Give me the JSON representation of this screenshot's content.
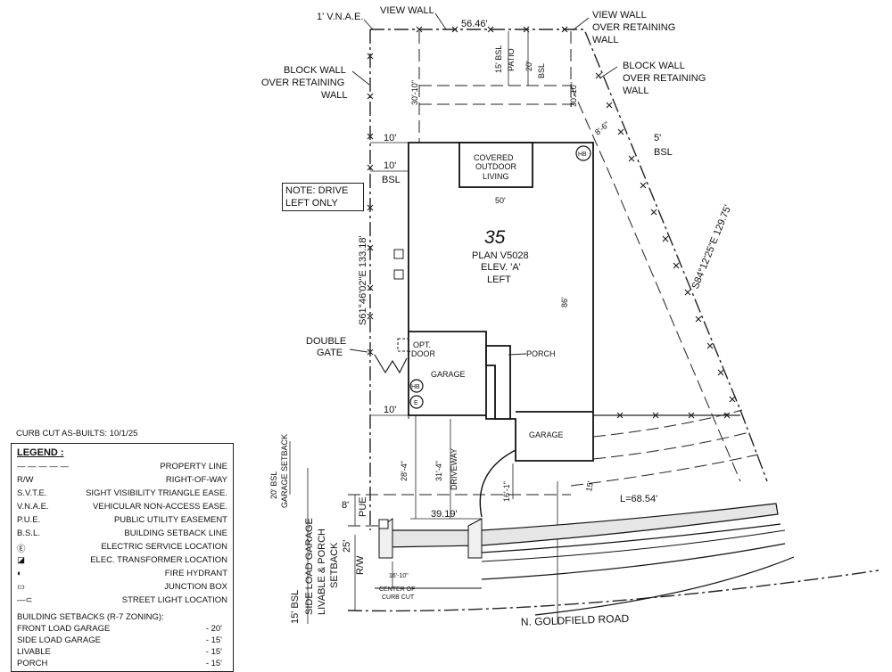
{
  "lot": {
    "number": "35",
    "plan": "PLAN V5028",
    "elevation": "ELEV. 'A'",
    "orientation": "LEFT"
  },
  "labels": {
    "view_wall_top": "VIEW WALL",
    "vnae": "1' V.N.A.E.",
    "top_dim": "56.46'",
    "view_wall_right_1": "VIEW WALL",
    "view_wall_right_2": "OVER RETAINING",
    "view_wall_right_3": "WALL",
    "block_wall_left_1": "BLOCK WALL",
    "block_wall_left_2": "OVER RETAINING",
    "block_wall_left_3": "WALL",
    "block_wall_right_1": "BLOCK WALL",
    "block_wall_right_2": "OVER RETAINING",
    "block_wall_right_3": "WALL",
    "bsl_15": "15' BSL",
    "patio": "PATIO",
    "dim_20": "20'",
    "bsl": "BSL",
    "dim_30_10_left": "30'-10\"",
    "dim_30_10_right": "30'-10\"",
    "dim_8_6": "8'-6\"",
    "dim_5": "5'",
    "bsl_5": "BSL",
    "dim_10_a": "10'",
    "dim_10_b": "10'",
    "bsl_left": "BSL",
    "covered_1": "COVERED",
    "covered_2": "OUTDOOR",
    "covered_3": "LIVING",
    "hb": "HB",
    "dim_50": "50'",
    "dim_86": "86'",
    "left_bearing": "S61°46'02\"E 133.18'",
    "right_bearing": "S84°12'25\"E 129.75'",
    "double_gate_1": "DOUBLE",
    "double_gate_2": "GATE",
    "opt_door_1": "OPT.",
    "opt_door_2": "DOOR",
    "garage_1": "GARAGE",
    "porch": "PORCH",
    "garage_2": "GARAGE",
    "hb2": "HB",
    "e_symbol": "E",
    "dim_10_c": "10'",
    "dim_28_4": "28'-4\"",
    "dim_31_4": "31'-4\"",
    "driveway": "DRIVEWAY",
    "dim_16_1": "16'-1\"",
    "dim_15": "15'",
    "arc_l": "L=68.54'",
    "bsl_20_1": "20' BSL",
    "bsl_20_2": "GARAGE SETBACK",
    "dim_8": "8'",
    "pue": "PUE",
    "dim_39_19": "39.19'",
    "dim_25": "25'",
    "rw": "R/W",
    "bsl_side_1": "15' BSL",
    "bsl_side_2": "SIDE LOAD GARAGE",
    "bsl_side_3": "LIVABLE & PORCH",
    "bsl_side_4": "SETBACK",
    "curb_dim": "16'-10\"",
    "center_curb_1": "CENTER OF",
    "center_curb_2": "CURB CUT",
    "road": "N. GOLDFIELD ROAD"
  },
  "drive_note": "NOTE: DRIVE LEFT ONLY",
  "curb_cut_note": "CURB CUT AS-BUILTS: 10/1/25",
  "legend": {
    "title": "LEGEND :",
    "rows": [
      {
        "key": "— — — — —",
        "desc": "PROPERTY LINE"
      },
      {
        "key": "R/W",
        "desc": "RIGHT-OF-WAY"
      },
      {
        "key": "S.V.T.E.",
        "desc": "SIGHT VISIBILITY TRIANGLE EASE."
      },
      {
        "key": "V.N.A.E.",
        "desc": "VEHICULAR NON-ACCESS EASE."
      },
      {
        "key": "P.U.E.",
        "desc": "PUBLIC UTILITY EASEMENT"
      },
      {
        "key": "B.S.L.",
        "desc": "BUILDING SETBACK LINE"
      },
      {
        "key": "Ⓔ",
        "desc": "ELECTRIC SERVICE LOCATION"
      },
      {
        "key": "◪",
        "desc": "ELEC. TRANSFORMER LOCATION"
      },
      {
        "key": "◐",
        "desc": "FIRE HYDRANT"
      },
      {
        "key": "▭",
        "desc": "JUNCTION BOX"
      },
      {
        "key": "—⊂",
        "desc": "STREET LIGHT LOCATION"
      }
    ]
  },
  "setbacks": {
    "title": "BUILDING SETBACKS (R-7 ZONING):",
    "rows": [
      {
        "label": "FRONT LOAD GARAGE",
        "value": "- 20'"
      },
      {
        "label": "SIDE LOAD GARAGE",
        "value": "- 15'"
      },
      {
        "label": "LIVABLE",
        "value": "- 15'"
      },
      {
        "label": "PORCH",
        "value": "- 15'"
      }
    ]
  }
}
